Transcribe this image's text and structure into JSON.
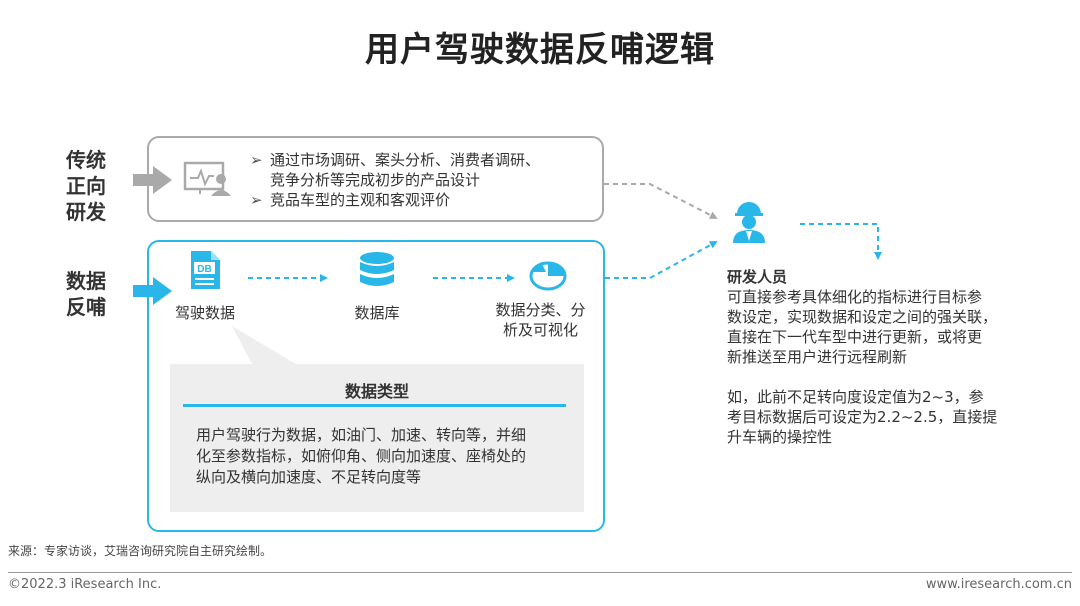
{
  "title": "用户驾驶数据反哺逻辑",
  "traditional": {
    "label_lines": [
      "传统",
      "正向",
      "研发"
    ],
    "bullets": [
      {
        "mark": "➢",
        "lines": [
          "通过市场调研、案头分析、消费者调研、",
          "竞争分析等完成初步的产品设计"
        ]
      },
      {
        "mark": "➢",
        "lines": [
          "竞品车型的主观和客观评价"
        ]
      }
    ]
  },
  "feedback": {
    "label_lines": [
      "数据",
      "反哺"
    ],
    "db_badge": "DB",
    "nodes": [
      {
        "label_lines": [
          "驾驶数据"
        ],
        "icon": "db-file-icon"
      },
      {
        "label_lines": [
          "数据库"
        ],
        "icon": "database-icon"
      },
      {
        "label_lines": [
          "数据分类、分",
          "析及可视化"
        ],
        "icon": "pie-chart-icon"
      }
    ],
    "types": {
      "title": "数据类型",
      "lines": [
        "用户驾驶行为数据，如油门、加速、转向等，并细",
        "化至参数指标，如俯仰角、侧向加速度、座椅处的",
        "纵向及横向加速度、不足转向度等"
      ]
    }
  },
  "rd": {
    "icon": "engineer-icon",
    "title": "研发人员",
    "paragraph1_lines": [
      "可直接参考具体细化的指标进行目标参",
      "数设定，实现数据和设定之间的强关联，",
      "直接在下一代车型中进行更新，或将更",
      "新推送至用户进行远程刷新"
    ],
    "paragraph2_lines": [
      "如，此前不足转向度设定值为2~3，参",
      "考目标数据后可设定为2.2~2.5，直接提",
      "升车辆的操控性"
    ]
  },
  "source": "来源：专家访谈，艾瑞咨询研究院自主研究绘制。",
  "footer": {
    "copyright": "©2022.3 iResearch Inc.",
    "website": "www.iresearch.com.cn"
  },
  "colors": {
    "accent": "#29b6e8",
    "gray_arrow": "#a9a9a9",
    "panel_bg": "#eeeeee"
  }
}
